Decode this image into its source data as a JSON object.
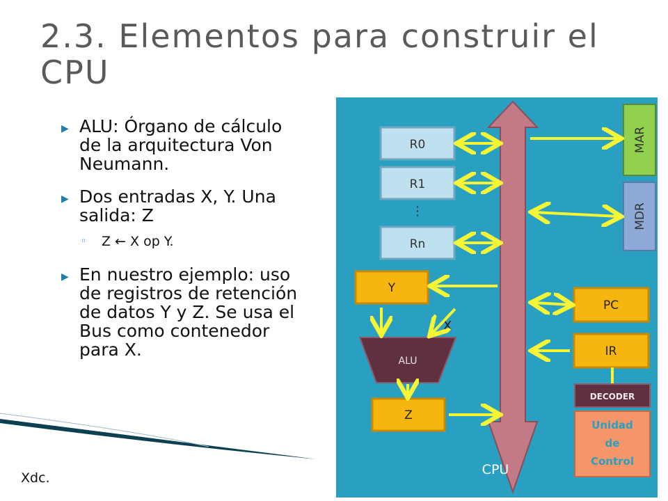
{
  "slide": {
    "title": "2.3. Elementos para construir el CPU",
    "footer": "Xdc."
  },
  "bullets": [
    {
      "text": "ALU: Órgano de cálculo de la arquitectura Von Neumann."
    },
    {
      "text": "Dos entradas X, Y. Una salida: Z"
    },
    {
      "text": "Z ← X op Y.",
      "level": 2
    },
    {
      "text": "En nuestro ejemplo: uso de registros de retención de datos Y y Z. Se usa el Bus como contenedor para X."
    }
  ],
  "diagram": {
    "cpu_label": "CPU",
    "registers": {
      "r0": "R0",
      "r1": "R1",
      "dots": "⋮",
      "rn": "Rn"
    },
    "y": "Y",
    "x": "X",
    "alu": "ALU",
    "z": "Z",
    "mar": "MAR",
    "mdr": "MDR",
    "pc": "PC",
    "ir": "IR",
    "decoder": "DECODER",
    "control_unit": [
      "Unidad",
      "de",
      "Control"
    ],
    "colors": {
      "background": "#29a0c2",
      "bus": "#c27a86",
      "arrow": "#f5f535",
      "register": "#bfe0ee",
      "yellow_box": "#f7b60f",
      "alu": "#5e3040",
      "mar": "#92d050",
      "mdr": "#8eaad8",
      "decoder": "#5e3040",
      "control_unit": "#f4956a"
    }
  }
}
